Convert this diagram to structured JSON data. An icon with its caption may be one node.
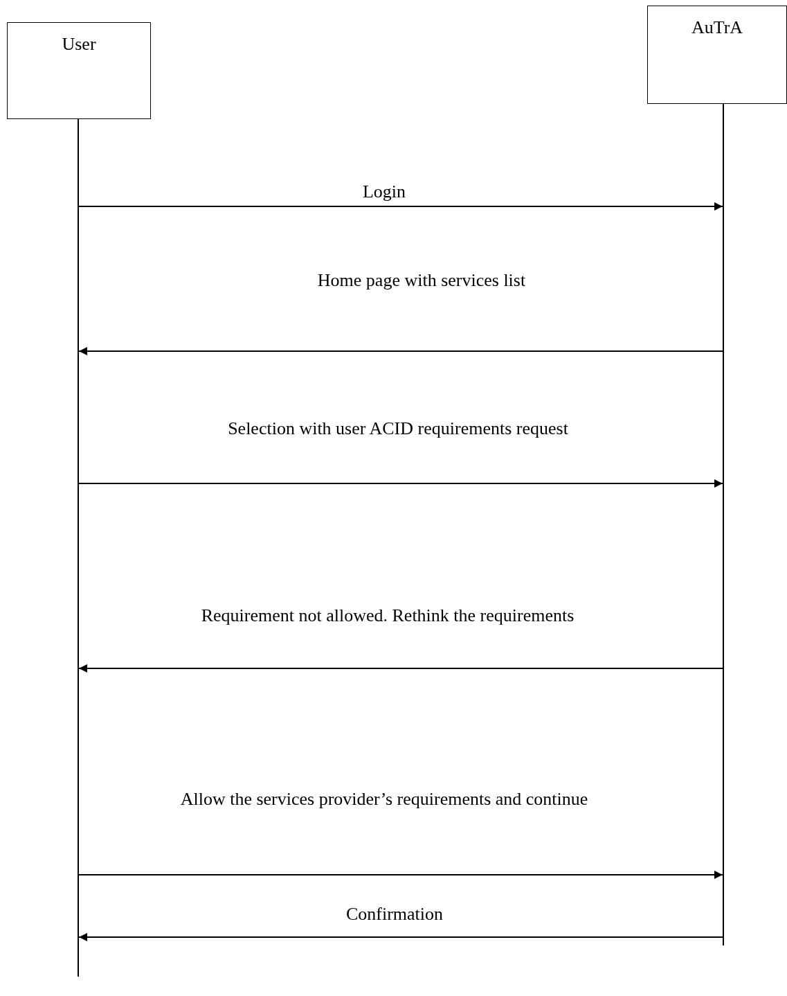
{
  "diagram": {
    "nodes": [
      {
        "text": [
          "User"
        ]
      },
      {
        "text": [
          "AuTrA"
        ]
      },
      {
        "text": [],
        "shape": "line"
      },
      {
        "text": [],
        "shape": "line"
      }
    ],
    "edges": [
      {
        "from": 2,
        "to": 3,
        "arrow": "to",
        "label": "Login"
      },
      {
        "from": 3,
        "to": 2,
        "arrow": "to",
        "label": "Home page with services list"
      },
      {
        "from": 2,
        "to": 3,
        "arrow": "to",
        "label": "Selection with user ACID requirements request"
      },
      {
        "from": 3,
        "to": 2,
        "arrow": "to",
        "label": "Requirement not allowed. Rethink the requirements"
      },
      {
        "from": 2,
        "to": 3,
        "arrow": "to",
        "label": "Allow the services provider’s requirements and continue"
      },
      {
        "from": 3,
        "to": 2,
        "arrow": "to",
        "label": "Confirmation"
      }
    ]
  }
}
